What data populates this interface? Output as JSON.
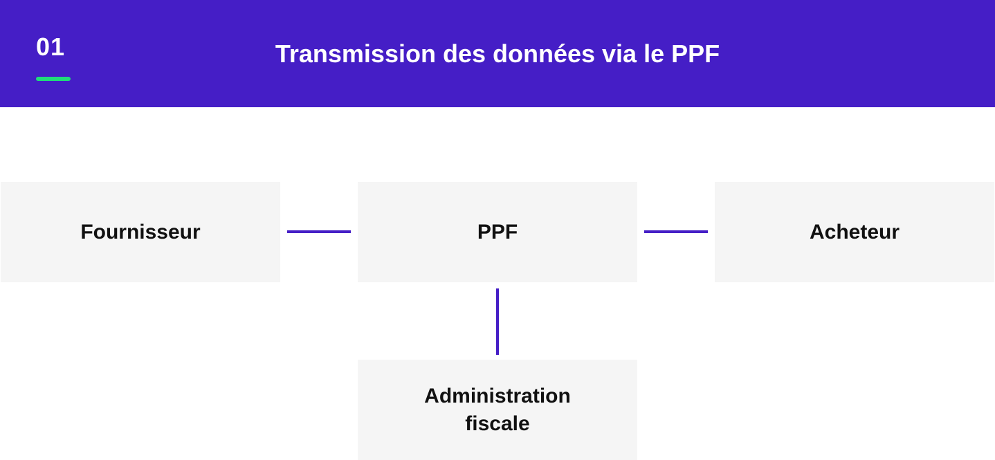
{
  "header": {
    "step_number": "01",
    "title": "Transmission des données via le PPF"
  },
  "nodes": {
    "supplier": "Fournisseur",
    "ppf": "PPF",
    "buyer": "Acheteur",
    "tax_administration": "Administration fiscale"
  },
  "colors": {
    "header_background": "#451ec6",
    "accent_underline": "#1fdc7a",
    "box_background": "#f5f5f5",
    "connector": "#451ec6"
  }
}
